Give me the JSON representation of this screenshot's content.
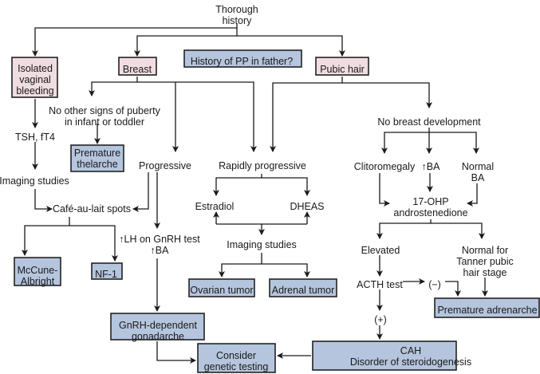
{
  "title": "Precocious puberty evaluation algorithm",
  "colors": {
    "start_box_fill": "#f0dde1",
    "outcome_box_fill": "#b5c5dd",
    "line": "#1a1a1a"
  },
  "nodes": {
    "thorough_history": [
      "Thorough",
      "history"
    ],
    "isolated_vaginal_bleeding": [
      "Isolated",
      "vaginal",
      "bleeding"
    ],
    "breast": [
      "Breast"
    ],
    "history_pp_father": [
      "History of PP in father?"
    ],
    "pubic_hair": [
      "Pubic hair"
    ],
    "no_other_signs": [
      "No other signs of puberty",
      "in infant or toddler"
    ],
    "premature_thelarche": [
      "Premature",
      "thelarche"
    ],
    "progressive": [
      "Progressive"
    ],
    "rapidly_progressive": [
      "Rapidly progressive"
    ],
    "tsh_ft4": [
      "TSH, fT4"
    ],
    "imaging_studies_left": [
      "Imaging studies"
    ],
    "cafe_au_lait": [
      "Café-au-lait spots"
    ],
    "mccune_albright": [
      "McCune-",
      "Albright"
    ],
    "nf1": [
      "NF-1"
    ],
    "lh_gnrh": [
      "↑LH on GnRH test",
      "↑BA"
    ],
    "gnrh_dependent": [
      "GnRH-dependent",
      "gonadarche"
    ],
    "consider_genetic": [
      "Consider",
      "genetic testing"
    ],
    "estradiol": [
      "Estradiol"
    ],
    "dheas": [
      "DHEAS"
    ],
    "imaging_studies_mid": [
      "Imaging studies"
    ],
    "ovarian_tumor": [
      "Ovarian tumor"
    ],
    "adrenal_tumor": [
      "Adrenal tumor"
    ],
    "no_breast_dev": [
      "No breast development"
    ],
    "clitoromegaly": [
      "Clitoromegaly"
    ],
    "up_ba": [
      "↑BA"
    ],
    "normal_ba": [
      "Normal",
      "BA"
    ],
    "ohp_androstenedione": [
      "17-OHP",
      "androstenedione"
    ],
    "elevated": [
      "Elevated"
    ],
    "normal_tanner": [
      "Normal for",
      "Tanner pubic",
      "hair stage"
    ],
    "acth_test": [
      "ACTH test"
    ],
    "negative": [
      "(−)"
    ],
    "positive": [
      "(+)"
    ],
    "premature_adrenarche": [
      "Premature adrenarche"
    ],
    "cah": [
      "CAH",
      "Disorder of steroidogenesis"
    ]
  }
}
